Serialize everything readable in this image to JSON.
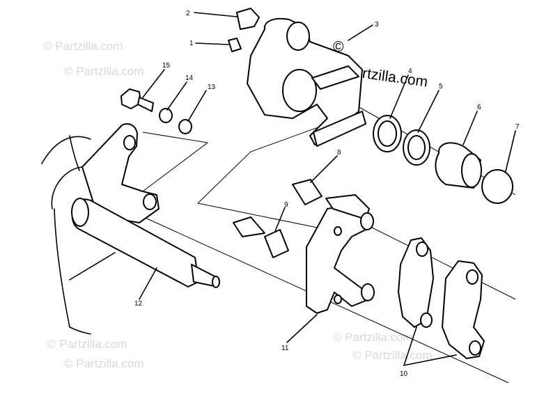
{
  "watermarks": {
    "copyright_symbol": "©",
    "main": "Partzilla.com",
    "faint": [
      "© Partzilla.com",
      "© Partzilla.com",
      "© Partzilla.com",
      "© Partzilla.com",
      "© Partzilla.com",
      "© Partzilla.com"
    ]
  },
  "callouts": {
    "c1": "1",
    "c2": "2",
    "c3": "3",
    "c4": "4",
    "c5": "5",
    "c6": "6",
    "c7": "7",
    "c8": "8",
    "c9": "9",
    "c10": "10",
    "c11": "11",
    "c12": "12",
    "c13": "13",
    "c14": "14",
    "c15": "15"
  }
}
